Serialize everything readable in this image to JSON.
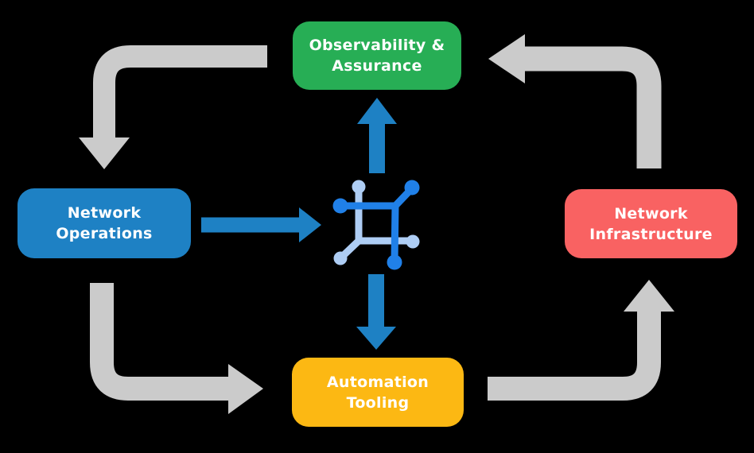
{
  "background_color": "#000000",
  "nodes": {
    "observability": {
      "line1": "Observability &",
      "line2": "Assurance",
      "color": "#27AE55"
    },
    "operations": {
      "line1": "Network",
      "line2": "Operations",
      "color": "#1E81C4"
    },
    "infrastructure": {
      "line1": "Network",
      "line2": "Infrastructure",
      "color": "#F96262"
    },
    "automation": {
      "line1": "Automation",
      "line2": "Tooling",
      "color": "#FCB813"
    }
  },
  "center_icon": {
    "name": "network-mesh-icon",
    "dark_blue": "#2080E8",
    "light_blue": "#AECDF4"
  },
  "arrows": {
    "gray_color": "#CBCBCB",
    "blue_color": "#1E81C4",
    "flow": [
      {
        "from": "observability",
        "to": "operations",
        "style": "gray"
      },
      {
        "from": "operations",
        "to": "automation",
        "style": "gray"
      },
      {
        "from": "automation",
        "to": "infrastructure",
        "style": "gray"
      },
      {
        "from": "infrastructure",
        "to": "observability",
        "style": "gray"
      },
      {
        "from": "operations",
        "to": "center-icon",
        "style": "blue"
      },
      {
        "from": "center-icon",
        "to": "observability",
        "style": "blue"
      },
      {
        "from": "center-icon",
        "to": "automation",
        "style": "blue"
      }
    ]
  }
}
